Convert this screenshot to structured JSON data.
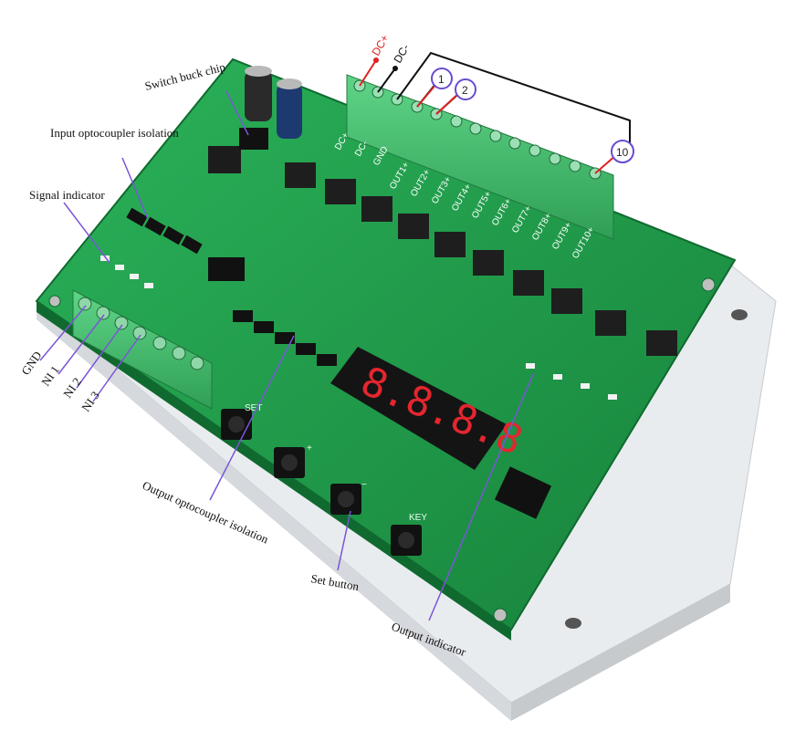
{
  "callouts": {
    "switch_buck_chip": "Switch buck chip",
    "input_optocoupler": "Input optocoupler isolation",
    "signal_indicator": "Signal indicator",
    "gnd": "GND",
    "ni1": "NI 1",
    "ni2": "NI 2",
    "ni3": "NI 3",
    "output_optocoupler": "Output optocoupler isolation",
    "set_button": "Set button",
    "output_indicator": "Output indicator"
  },
  "power": {
    "dc_plus": "DC+",
    "dc_minus": "DC-"
  },
  "circle_labels": [
    "1",
    "2",
    "10"
  ],
  "terminal_labels": [
    "DC+",
    "DC-",
    "GND",
    "OUT1+",
    "OUT2+",
    "OUT3+",
    "OUT4+",
    "OUT5+",
    "OUT6+",
    "OUT7+",
    "OUT8+",
    "OUT9+",
    "OUT10+"
  ],
  "buttons": {
    "set": "SET",
    "plus": "+",
    "minus": "−",
    "key": "KEY"
  },
  "colors": {
    "pcb": "#1f9a4a",
    "terminal": "#3fbf6a",
    "display": "#e4262e",
    "callout_line": "#7a55d8",
    "wire_red": "#e02020"
  }
}
